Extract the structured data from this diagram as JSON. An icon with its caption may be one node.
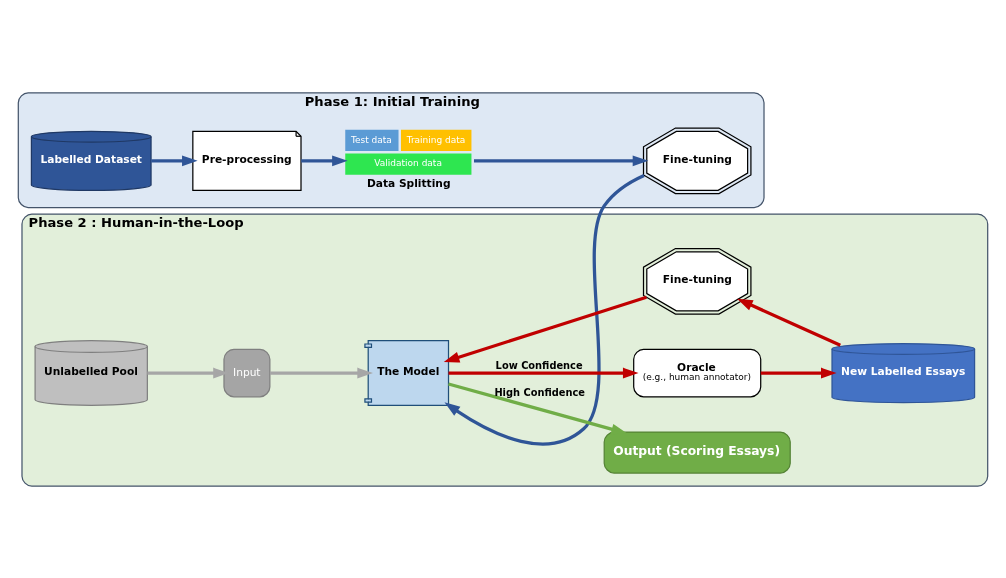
{
  "diagram": {
    "nodes": [
      {
        "text": [
          "Phase 1: Initial Training"
        ]
      },
      {
        "text": [
          "Labelled Dataset"
        ],
        "in": 0
      },
      {
        "text": [
          "Pre-processing"
        ],
        "in": 0
      },
      {
        "text": [
          "Test data",
          "Training data",
          "Validation data",
          "Data Splitting"
        ],
        "in": 0
      },
      {
        "text": [
          "Fine-tuning"
        ],
        "in": 0
      },
      {
        "text": [
          "Phase 2 : Human-in-the-Loop"
        ]
      },
      {
        "text": [
          "Unlabelled Pool"
        ],
        "in": 5
      },
      {
        "text": [
          "Input"
        ],
        "in": 5
      },
      {
        "text": [
          "The Model"
        ],
        "in": 5
      },
      {
        "text": [
          "Oracle",
          "(e.g., human annotator)"
        ],
        "in": 5
      },
      {
        "text": [
          "New Labelled Essays"
        ],
        "in": 5
      },
      {
        "text": [
          "Fine-tuning"
        ],
        "in": 5
      },
      {
        "text": [
          "Output (Scoring Essays)"
        ],
        "in": 5
      }
    ],
    "edges": [
      {
        "from": 1,
        "to": 2,
        "arrow": "to",
        "color": "#2f5597"
      },
      {
        "from": 2,
        "to": 3,
        "arrow": "to",
        "color": "#2f5597"
      },
      {
        "from": 3,
        "to": 4,
        "arrow": "to",
        "color": "#2f5597"
      },
      {
        "from": 4,
        "to": 8,
        "arrow": "to",
        "color": "#2f5597"
      },
      {
        "from": 6,
        "to": 7,
        "arrow": "to",
        "color": "#a6a6a6"
      },
      {
        "from": 7,
        "to": 8,
        "arrow": "to",
        "color": "#a6a6a6"
      },
      {
        "from": 8,
        "to": 9,
        "arrow": "to",
        "label": "Low Confidence",
        "color": "#c00000"
      },
      {
        "from": 9,
        "to": 10,
        "arrow": "to",
        "color": "#c00000"
      },
      {
        "from": 10,
        "to": 11,
        "arrow": "to",
        "color": "#c00000"
      },
      {
        "from": 11,
        "to": 8,
        "arrow": "to",
        "color": "#c00000"
      },
      {
        "from": 8,
        "to": 12,
        "arrow": "to",
        "label": "High Confidence",
        "color": "#70ad47"
      }
    ]
  }
}
